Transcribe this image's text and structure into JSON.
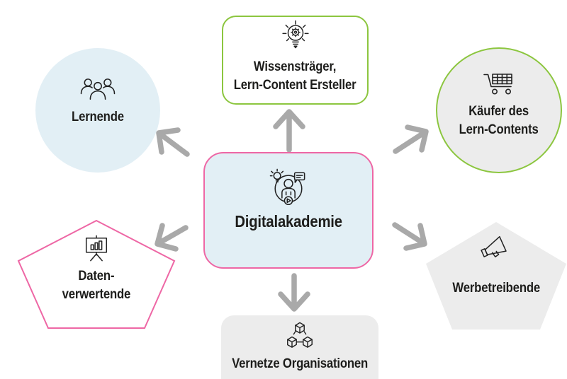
{
  "colors": {
    "accent_green": "#8cc63f",
    "accent_pink": "#ee67a5",
    "fill_blue": "#e2eff5",
    "fill_gray": "#ececec",
    "arrow_gray": "#a9a9a9",
    "text": "#1d1d1b"
  },
  "center": {
    "label": "Digitalakademie",
    "icon": "digital-academy-icon",
    "shape": "rounded-rect"
  },
  "nodes": {
    "wissenstraeger": {
      "lines": [
        "Wissensträger,",
        "Lern-Content Ersteller"
      ],
      "icon": "idea-bulb-gear-icon",
      "shape": "rounded-rect"
    },
    "lernende": {
      "lines": [
        "Lernende"
      ],
      "icon": "people-group-icon",
      "shape": "circle"
    },
    "kaeufer": {
      "lines": [
        "Käufer des",
        "Lern-Contents"
      ],
      "icon": "shopping-cart-icon",
      "shape": "circle"
    },
    "datenverwertende": {
      "lines": [
        "Daten-",
        "verwertende"
      ],
      "icon": "presentation-chart-icon",
      "shape": "pentagon"
    },
    "werbetreibende": {
      "lines": [
        "Werbetreibende"
      ],
      "icon": "megaphone-icon",
      "shape": "pentagon"
    },
    "vernetzte": {
      "lines": [
        "Vernetze Organisationen"
      ],
      "icon": "connected-cubes-icon",
      "shape": "rounded-rect"
    }
  }
}
